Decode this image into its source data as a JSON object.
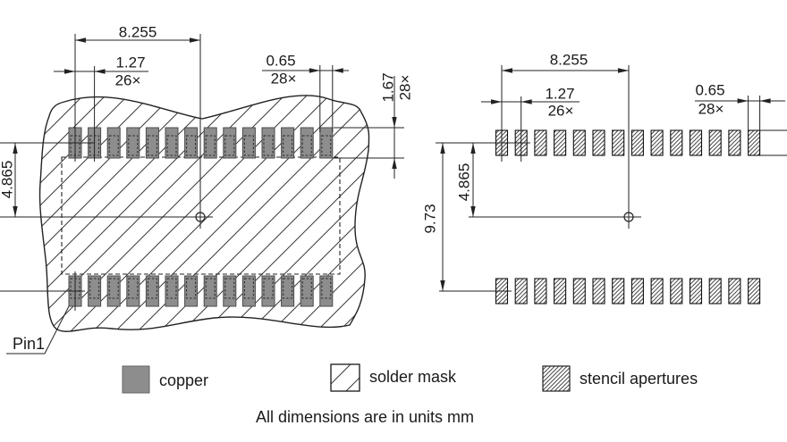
{
  "figure": {
    "left_view": {
      "dim_span": "8.255",
      "dim_pitch_value": "1.27",
      "dim_pitch_count": "26×",
      "dim_pad_width_value": "0.65",
      "dim_pad_width_count": "28×",
      "dim_pad_height_value": "1.67",
      "dim_pad_height_count": "28×",
      "dim_row_offset": "4.865",
      "pin1_label": "Pin1",
      "pads_per_row": 14,
      "rows": 2
    },
    "right_view": {
      "dim_span": "8.255",
      "dim_pitch_value": "1.27",
      "dim_pitch_count": "26×",
      "dim_aperture_width_value": "0.65",
      "dim_aperture_width_count": "28×",
      "dim_row_offset": "4.865",
      "dim_row_spacing": "9.73",
      "apertures_per_row": 14,
      "rows": 2
    },
    "legend": {
      "copper_label": "copper",
      "solder_mask_label": "solder mask",
      "stencil_label": "stencil apertures"
    },
    "footnote": "All dimensions are in units mm",
    "colors": {
      "copper": "#8d8d8d",
      "line": "#222222",
      "background": "#ffffff"
    }
  }
}
